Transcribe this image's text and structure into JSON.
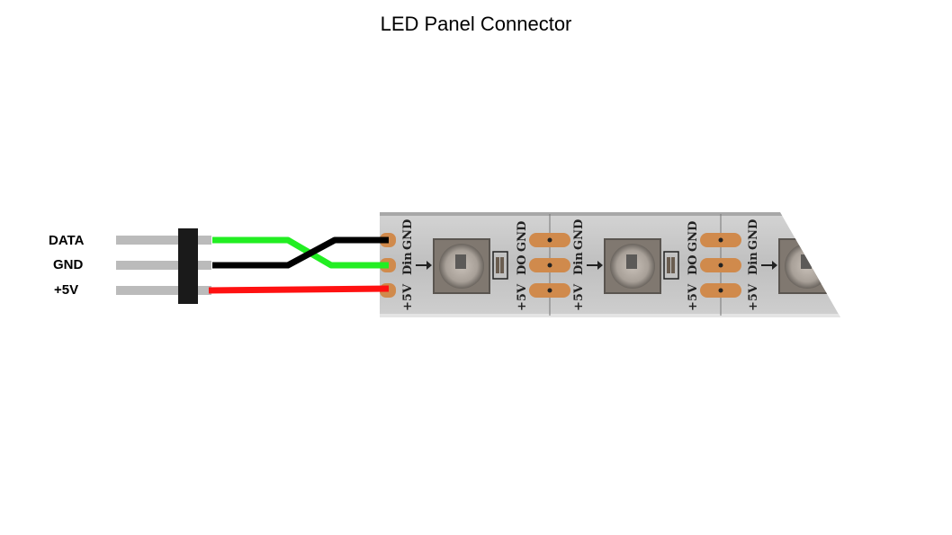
{
  "title": "LED Panel Connector",
  "connector": {
    "pins": [
      {
        "label": "DATA",
        "wire_color": "#22ee22"
      },
      {
        "label": "GND",
        "wire_color": "#000000"
      },
      {
        "label": "+5V",
        "wire_color": "#ff1111"
      }
    ]
  },
  "strip": {
    "pad_labels": {
      "gnd": "GND",
      "din": "Din",
      "v5": "+5V",
      "do": "DO"
    }
  },
  "colors": {
    "pin_metal": "#bbbbbb",
    "header_body": "#1a1a1a",
    "strip_base": "#c8c8c8",
    "copper_pad": "#d08a4c",
    "led_body": "#807870"
  }
}
